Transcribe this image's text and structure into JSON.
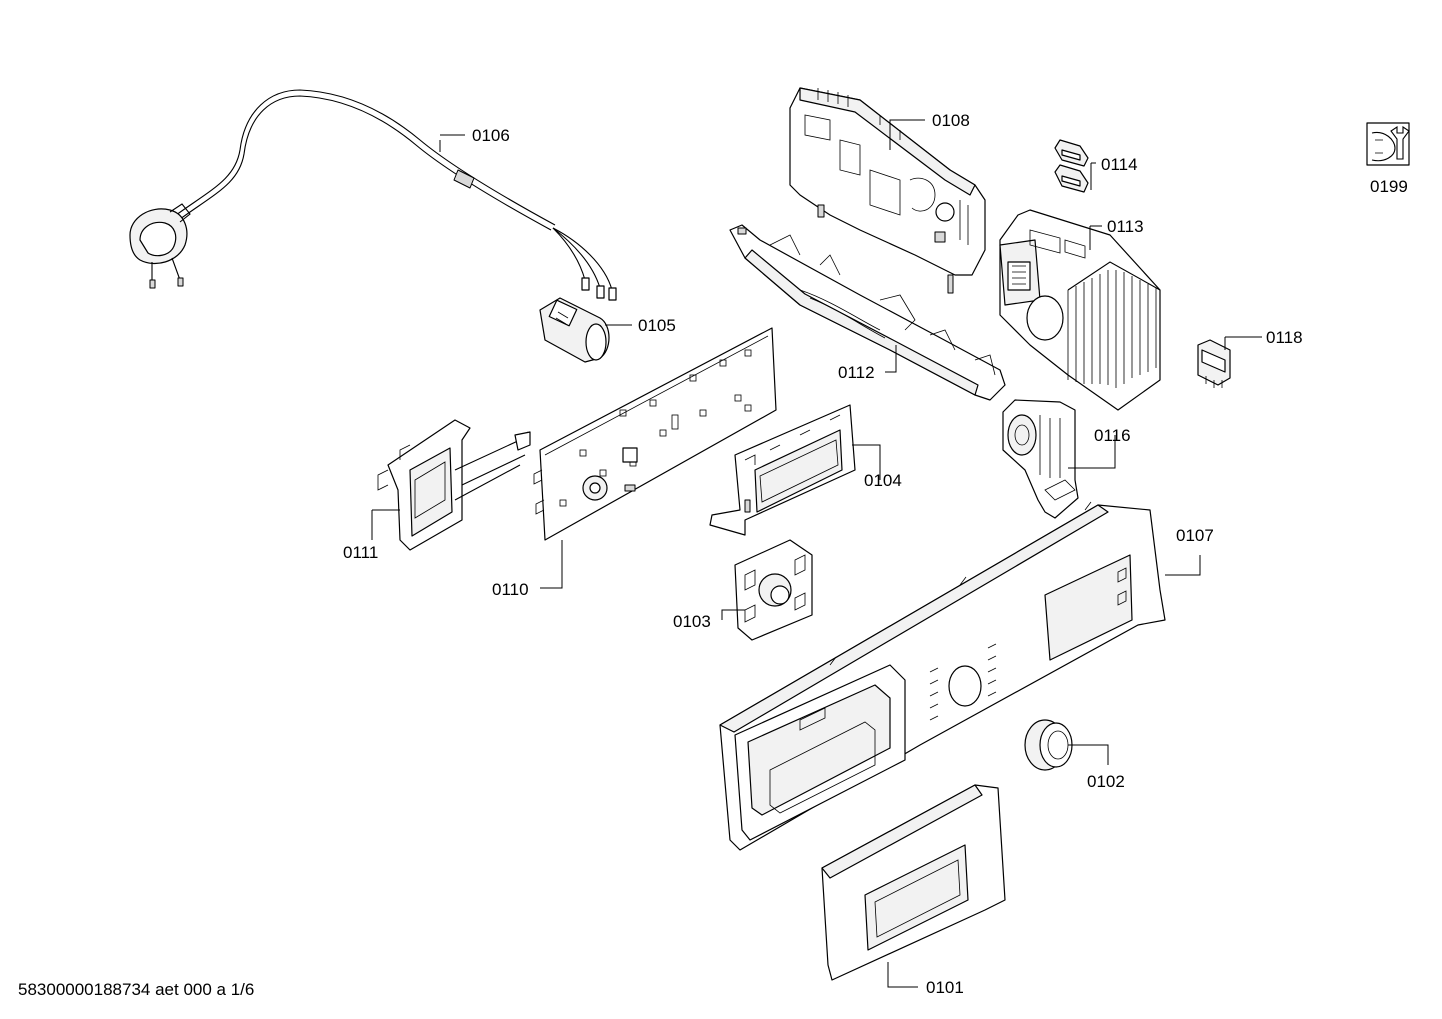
{
  "parts": [
    {
      "id": "p0106",
      "label": "0106"
    },
    {
      "id": "p0105",
      "label": "0105"
    },
    {
      "id": "p0108",
      "label": "0108"
    },
    {
      "id": "p0114",
      "label": "0114"
    },
    {
      "id": "p0113",
      "label": "0113"
    },
    {
      "id": "p0118",
      "label": "0118"
    },
    {
      "id": "p0112",
      "label": "0112"
    },
    {
      "id": "p0116",
      "label": "0116"
    },
    {
      "id": "p0104",
      "label": "0104"
    },
    {
      "id": "p0111",
      "label": "0111"
    },
    {
      "id": "p0110",
      "label": "0110"
    },
    {
      "id": "p0103",
      "label": "0103"
    },
    {
      "id": "p0107",
      "label": "0107"
    },
    {
      "id": "p0102",
      "label": "0102"
    },
    {
      "id": "p0101",
      "label": "0101"
    },
    {
      "id": "p0199",
      "label": "0199"
    }
  ],
  "footer": "58300000188734 aet 000 a 1/6",
  "service_icon": "wrench-tool-icon"
}
